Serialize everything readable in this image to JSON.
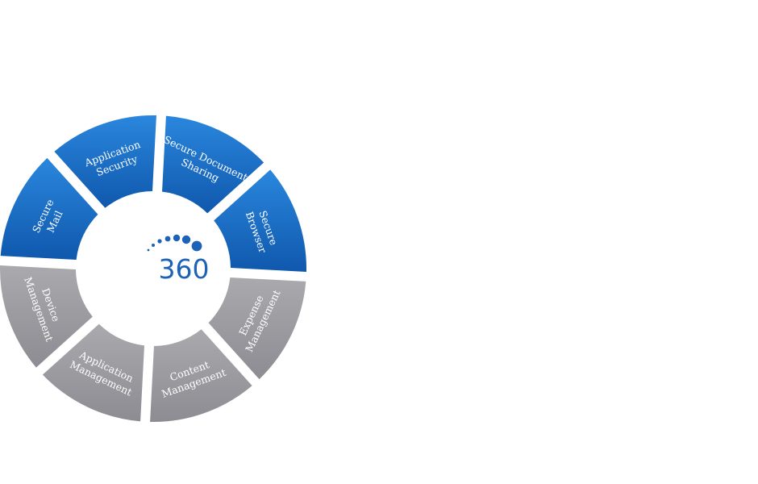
{
  "diagram": {
    "center": {
      "label": "360",
      "logo_icon": "dotted-arc-icon",
      "color": "#1c62b6"
    },
    "colors": {
      "blue_group": "#1566c0",
      "gray_group": "#9b9ba0",
      "text": "#ffffff"
    },
    "segments": [
      {
        "id": "secure-document-sharing",
        "group": "blue",
        "lines": [
          "Secure Document",
          "Sharing"
        ]
      },
      {
        "id": "secure-browser",
        "group": "blue",
        "lines": [
          "Secure",
          "Browser"
        ]
      },
      {
        "id": "expense-management",
        "group": "gray",
        "lines": [
          "Expense",
          "Management"
        ]
      },
      {
        "id": "content-management",
        "group": "gray",
        "lines": [
          "Content",
          "Management"
        ]
      },
      {
        "id": "application-management",
        "group": "gray",
        "lines": [
          "Application",
          "Management"
        ]
      },
      {
        "id": "device-management",
        "group": "gray",
        "lines": [
          "Device",
          "Management"
        ]
      },
      {
        "id": "secure-mail",
        "group": "blue",
        "lines": [
          "Secure",
          "Mail"
        ]
      },
      {
        "id": "application-security",
        "group": "blue",
        "lines": [
          "Application",
          "Security"
        ]
      }
    ]
  }
}
